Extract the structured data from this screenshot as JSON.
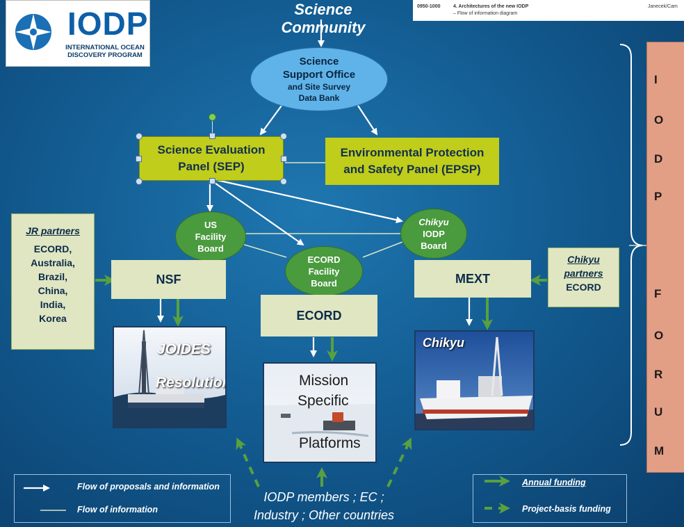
{
  "logo": {
    "wordmark": "IODP",
    "subtitle": "INTERNATIONAL OCEAN DISCOVERY PROGRAM"
  },
  "doc_snippet": {
    "time": "0950-1000",
    "item": "4. Architectures of the new IODP",
    "sub": "–   Flow of information diagram",
    "presenter": "Janecek/Cam"
  },
  "nodes": {
    "science_community": "Science Community",
    "sso": [
      "Science",
      "Support Office",
      "and Site Survey",
      "Data Bank"
    ],
    "sep": [
      "Science Evaluation",
      "Panel (SEP)"
    ],
    "epsp": [
      "Environmental Protection",
      "and Safety Panel (EPSP)"
    ],
    "us_facility_board": [
      "US",
      "Facility",
      "Board"
    ],
    "ecord_facility_board": [
      "ECORD",
      "Facility",
      "Board"
    ],
    "chikyu_iodp_board": [
      "Chikyu",
      "IODP",
      "Board"
    ],
    "nsf": "NSF",
    "ecord": "ECORD",
    "mext": "MEXT"
  },
  "jr_partners": {
    "title": "JR partners",
    "members": [
      "ECORD,",
      "Australia,",
      "Brazil,",
      "China,",
      "India,",
      "Korea"
    ]
  },
  "chikyu_partners": {
    "title": [
      "Chikyu",
      "partners"
    ],
    "member": "ECORD"
  },
  "platforms": {
    "joides": [
      "JOIDES",
      "Resolution"
    ],
    "msp": [
      "Mission",
      "Specific",
      "Platforms"
    ],
    "chikyu": "Chikyu"
  },
  "members_text": [
    "IODP members ; EC ;",
    "Industry ; Other countries"
  ],
  "legend_left": {
    "arrow": "Flow of proposals and information",
    "line": "Flow of information"
  },
  "legend_right": {
    "annual": "Annual funding",
    "project": "Project-basis funding"
  },
  "forum_letters": [
    "I",
    "O",
    "D",
    "P",
    "F",
    "O",
    "R",
    "U",
    "M"
  ],
  "colors": {
    "background": "#135d93",
    "lime": "#c0cd1a",
    "green_node": "#4a9a3e",
    "pale_box": "#dfe6c1",
    "funding_arrow": "#58a040",
    "forum": "#e39e86"
  }
}
